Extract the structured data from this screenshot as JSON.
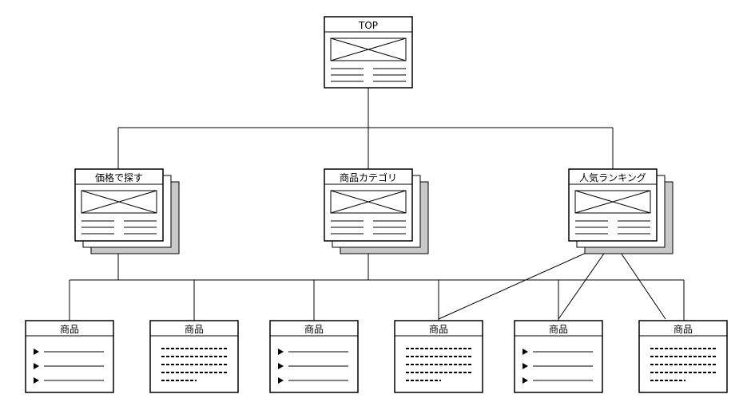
{
  "top": {
    "title": "TOP"
  },
  "level2": [
    {
      "title": "価格で探す"
    },
    {
      "title": "商品カテゴリ"
    },
    {
      "title": "人気ランキング"
    }
  ],
  "products": [
    {
      "title": "商品",
      "style": "arrows"
    },
    {
      "title": "商品",
      "style": "dashes"
    },
    {
      "title": "商品",
      "style": "arrows"
    },
    {
      "title": "商品",
      "style": "dashes"
    },
    {
      "title": "商品",
      "style": "arrows"
    },
    {
      "title": "商品",
      "style": "dashes"
    }
  ],
  "colors": {
    "line": "#000000",
    "shadow": "#c8c8c8",
    "fill": "#ffffff"
  }
}
